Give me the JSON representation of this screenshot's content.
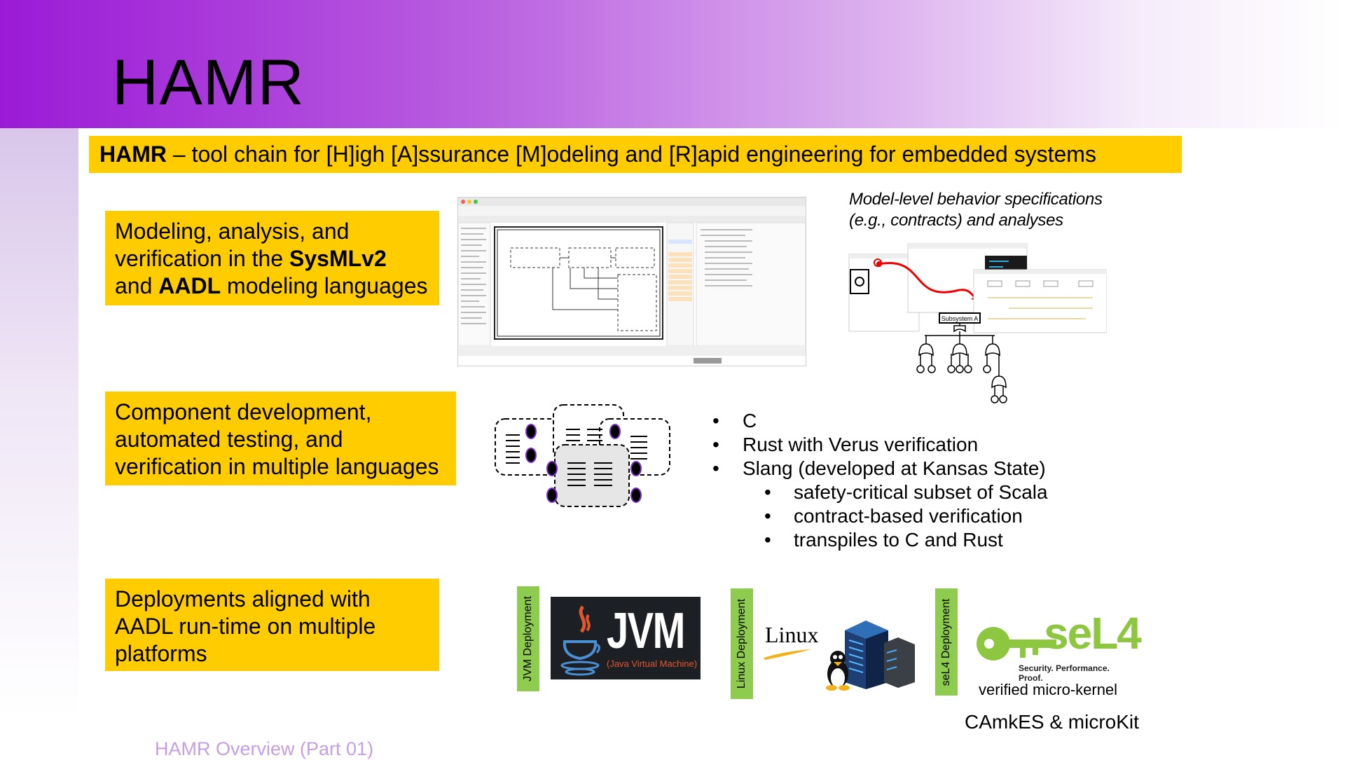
{
  "slide": {
    "title": "HAMR",
    "tagline_bold": "HAMR",
    "tagline_rest": " – tool chain for [H]igh [A]ssurance [M]odeling and [R]apid engineering for embedded systems",
    "footer": "HAMR Overview (Part 01)"
  },
  "box1": {
    "part1": "Modeling, analysis, and verification in the ",
    "bold1": "SysMLv2",
    "part2": " and ",
    "bold2": "AADL",
    "part3": " modeling languages"
  },
  "box2": {
    "text": "Component development, automated testing, and verification in multiple languages"
  },
  "box3": {
    "text": "Deployments aligned with AADL run-time on multiple platforms"
  },
  "behavior_caption": {
    "line1": "Model-level behavior specifications",
    "line2": "(e.g., contracts) and analyses"
  },
  "languages": {
    "items": [
      "C",
      "Rust with Verus verification",
      "Slang (developed at Kansas State)"
    ],
    "slang_sub": [
      "safety-critical subset of Scala",
      "contract-based verification",
      "transpiles to C and Rust"
    ]
  },
  "deployments": {
    "jvm_label": "JVM Deployment",
    "jvm_logo_text": "JVM",
    "jvm_logo_sub": "(Java Virtual Machine)",
    "linux_label": "Linux Deployment",
    "linux_word": "Linux",
    "sel4_label": "seL4 Deployment",
    "sel4_logo_text": "seL4",
    "sel4_tagline": "Security. Performance. Proof.",
    "sel4_caption": "verified micro-kernel",
    "camkes": "CAmkES & microKit"
  },
  "fault_tree": {
    "subsystem_label": "Subsystem A"
  },
  "colors": {
    "accent_purple": "#9b1ad6",
    "highlight_yellow": "#ffcc00",
    "label_green": "#8dcc4f",
    "footer_lilac": "#c79fe0"
  }
}
